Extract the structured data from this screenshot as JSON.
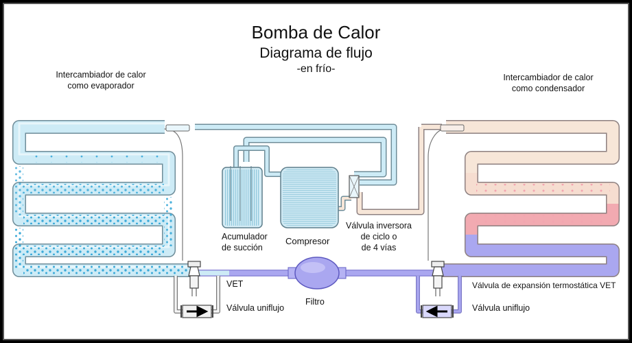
{
  "title": {
    "main": "Bomba de Calor",
    "sub": "Diagrama de flujo",
    "mode": "-en frío-"
  },
  "labels": {
    "evaporator": [
      "Intercambiador de calor",
      "como evaporador"
    ],
    "condenser": [
      "Intercambiador de calor",
      "como condensador"
    ],
    "accumulator": [
      "Acumulador",
      "de succión"
    ],
    "compressor": "Compresor",
    "reversing_valve": [
      "Válvula inversora",
      "de ciclo o",
      "de 4 vías"
    ],
    "vet_left": "VET",
    "vet_right": "Válvula de expansión termostática VET",
    "filter": "Filtro",
    "check_valve_left": "Válvula uniflujo",
    "check_valve_right": "Válvula uniflujo"
  },
  "colors": {
    "cold_liquid": "#8fd3ea",
    "cold_light": "#d3eef8",
    "hot_gas": "#f1a7ae",
    "warm": "#f7e3d2",
    "liquid_line": "#a9a6ef",
    "outline": "#777777"
  }
}
